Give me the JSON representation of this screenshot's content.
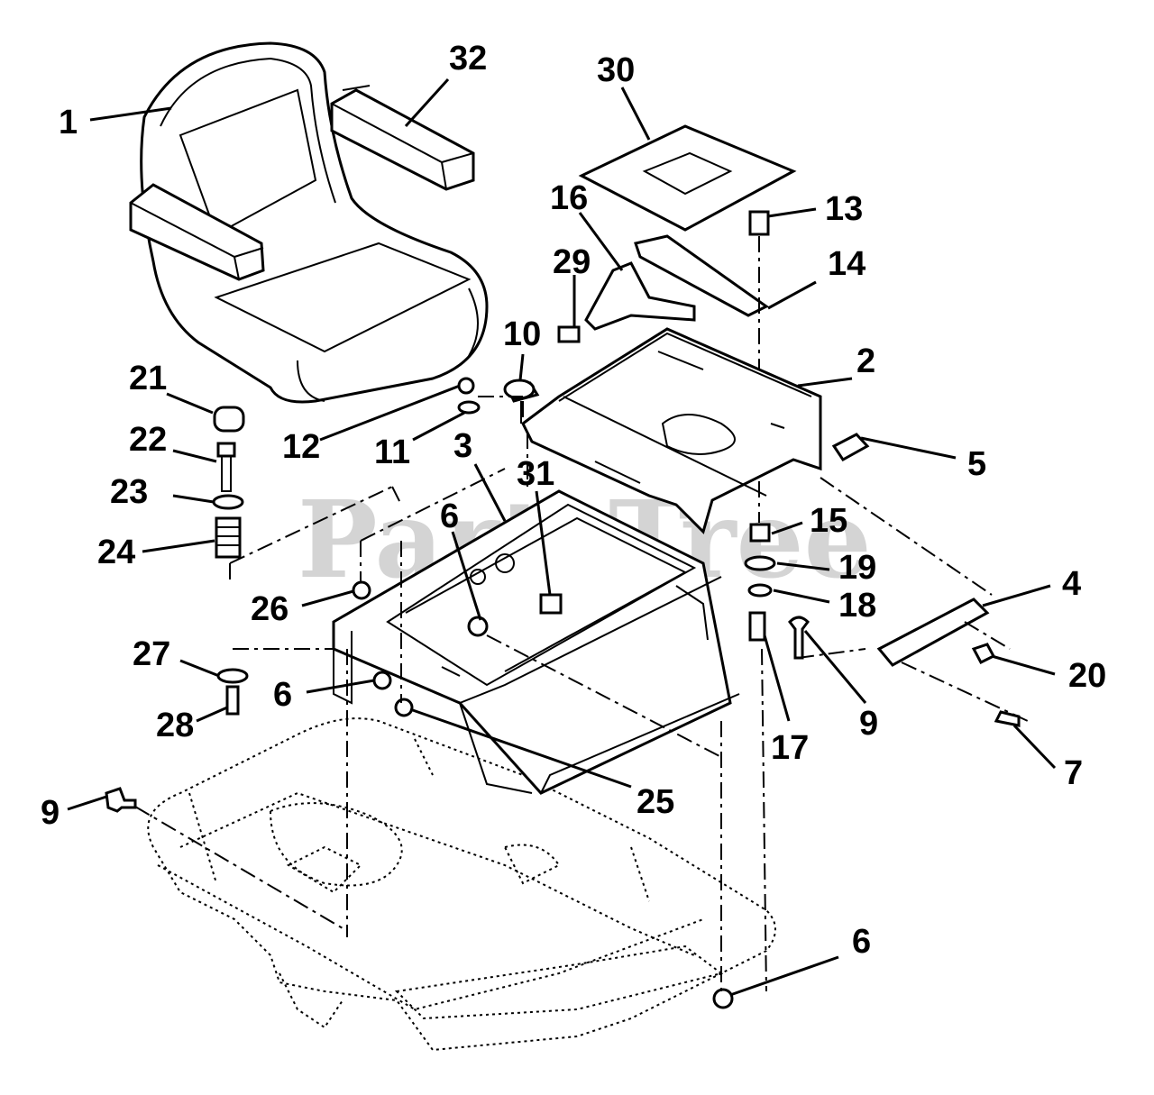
{
  "watermark": "PartsTree",
  "callouts": [
    "1",
    "32",
    "30",
    "16",
    "13",
    "29",
    "14",
    "10",
    "2",
    "21",
    "12",
    "11",
    "3",
    "31",
    "5",
    "22",
    "23",
    "6",
    "15",
    "24",
    "19",
    "26",
    "18",
    "4",
    "27",
    "6",
    "9",
    "20",
    "28",
    "17",
    "9",
    "25",
    "7",
    "9",
    "6"
  ]
}
